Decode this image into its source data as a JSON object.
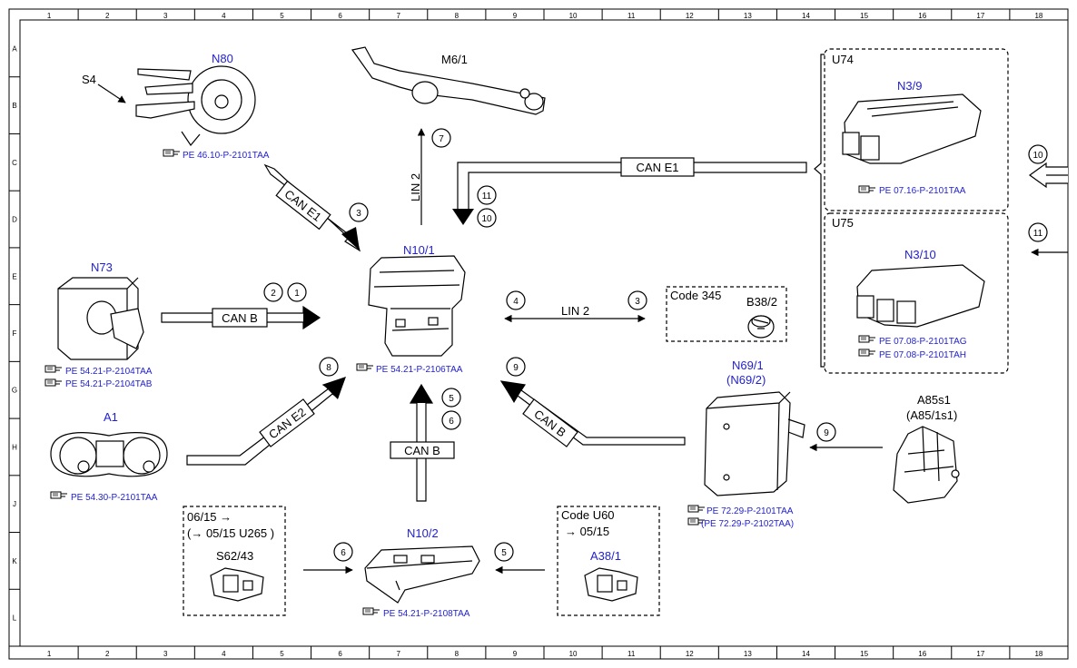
{
  "grid": {
    "columns": [
      "1",
      "2",
      "3",
      "4",
      "5",
      "6",
      "7",
      "8",
      "9",
      "10",
      "11",
      "12",
      "13",
      "14",
      "15",
      "16",
      "17",
      "18"
    ],
    "rows": [
      "A",
      "B",
      "C",
      "D",
      "E",
      "F",
      "G",
      "H",
      "J",
      "K",
      "L"
    ]
  },
  "components": {
    "n80": {
      "label": "N80",
      "ref": "PE 46.10-P-2101TAA"
    },
    "s4": {
      "label": "S4"
    },
    "m61": {
      "label": "M6/1"
    },
    "u74": {
      "label": "U74"
    },
    "n39": {
      "label": "N3/9",
      "ref": "PE 07.16-P-2101TAA"
    },
    "u75": {
      "label": "U75"
    },
    "n310": {
      "label": "N3/10",
      "ref1": "PE 07.08-P-2101TAG",
      "ref2": "PE 07.08-P-2101TAH"
    },
    "n73": {
      "label": "N73",
      "ref1": "PE 54.21-P-2104TAA",
      "ref2": "PE 54.21-P-2104TAB"
    },
    "n101": {
      "label": "N10/1",
      "ref": "PE 54.21-P-2106TAA"
    },
    "code345": {
      "label": "Code 345"
    },
    "b382": {
      "label": "B38/2"
    },
    "a1": {
      "label": "A1",
      "ref": "PE 54.30-P-2101TAA"
    },
    "n691": {
      "label": "N69/1",
      "label2": "(N69/2)",
      "ref1": "PE 72.29-P-2101TAA",
      "ref2": "(PE 72.29-P-2102TAA)"
    },
    "a85s1": {
      "label": "A85s1",
      "label2": "(A85/1s1)"
    },
    "s6243": {
      "label": "S62/43",
      "note1": "06/15 →",
      "note2": "(→ 05/15  U265 )"
    },
    "n102": {
      "label": "N10/2",
      "ref": "PE 54.21-P-2108TAA"
    },
    "codeu60": {
      "label": "Code U60",
      "note": "→ 05/15"
    },
    "a381": {
      "label": "A38/1"
    }
  },
  "buses": {
    "can_e1_top": "CAN E1",
    "can_e1_left": "CAN E1",
    "lin2_vertical": "LIN 2",
    "can_b_left": "CAN B",
    "lin2_horizontal": "LIN 2",
    "can_e2": "CAN E2",
    "can_b_vertical": "CAN B",
    "can_b_right": "CAN B"
  },
  "callouts": {
    "c7": "7",
    "c11a": "11",
    "c10a": "10",
    "c3a": "3",
    "c2": "2",
    "c1": "1",
    "c4": "4",
    "c3b": "3",
    "c8": "8",
    "c5a": "5",
    "c6a": "6",
    "c9a": "9",
    "c9b": "9",
    "c6b": "6",
    "c5b": "5",
    "c10b": "10",
    "c11b": "11"
  },
  "ref_icon": "pointing-hand-icon"
}
